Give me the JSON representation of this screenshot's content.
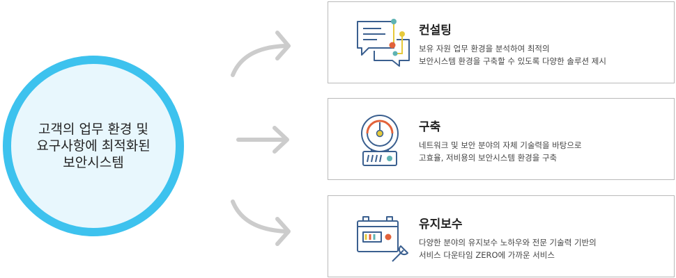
{
  "hub": {
    "lines": [
      "고객의 업무 환경 및",
      "요구사항에 최적화된",
      "보안시스템"
    ]
  },
  "colors": {
    "accent": "#3dc2ee",
    "accent_light": "#e8f7fd",
    "arrow": "#cccccc",
    "icon_blue": "#3a5f8f",
    "icon_orange": "#e2623a",
    "icon_yellow": "#e6c93a",
    "icon_teal": "#5fb3b3"
  },
  "services": [
    {
      "icon": "chat-bubbles-icon",
      "title": "컨설팅",
      "desc_lines": [
        "보유 자원 업무 환경을 분석하여 최적의",
        "보안시스템 환경을 구축할 수 있도록 다양한 솔루션 제시"
      ]
    },
    {
      "icon": "gauge-meter-icon",
      "title": "구축",
      "desc_lines": [
        "네트워크 및 보안 분야의 자체 기술력을 바탕으로",
        "고효율, 저비용의 보안시스템 환경을 구축"
      ]
    },
    {
      "icon": "battery-wrench-icon",
      "title": "유지보수",
      "desc_lines": [
        "다양한 분야의 유지보수 노하우와 전문 기술력 기반의",
        "서비스 다운타임 ZERO에 가까운 서비스"
      ]
    }
  ]
}
